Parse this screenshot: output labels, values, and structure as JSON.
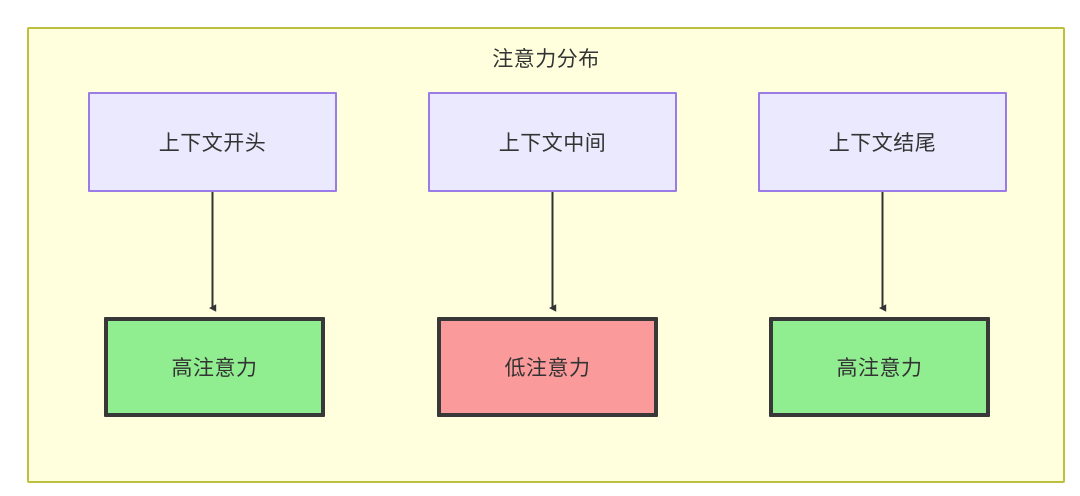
{
  "diagram": {
    "title": "注意力分布",
    "background_color": "#ffffdd",
    "border_color": "#bfbf3f",
    "columns": [
      {
        "id": "context-start",
        "source": {
          "label": "上下文开头",
          "fill": "#eae9fd",
          "stroke": "#9a7be8"
        },
        "target": {
          "label": "高注意力",
          "fill": "#90ee90",
          "stroke": "#383838",
          "level": "high"
        },
        "edge": {
          "arrow": "down-arrow",
          "color": "#333333"
        }
      },
      {
        "id": "context-middle",
        "source": {
          "label": "上下文中间",
          "fill": "#eae9fd",
          "stroke": "#9a7be8"
        },
        "target": {
          "label": "低注意力",
          "fill": "#fa9a9a",
          "stroke": "#383838",
          "level": "low"
        },
        "edge": {
          "arrow": "down-arrow",
          "color": "#333333"
        }
      },
      {
        "id": "context-end",
        "source": {
          "label": "上下文结尾",
          "fill": "#eae9fd",
          "stroke": "#9a7be8"
        },
        "target": {
          "label": "高注意力",
          "fill": "#90ee90",
          "stroke": "#383838",
          "level": "high"
        },
        "edge": {
          "arrow": "down-arrow",
          "color": "#333333"
        }
      }
    ]
  }
}
